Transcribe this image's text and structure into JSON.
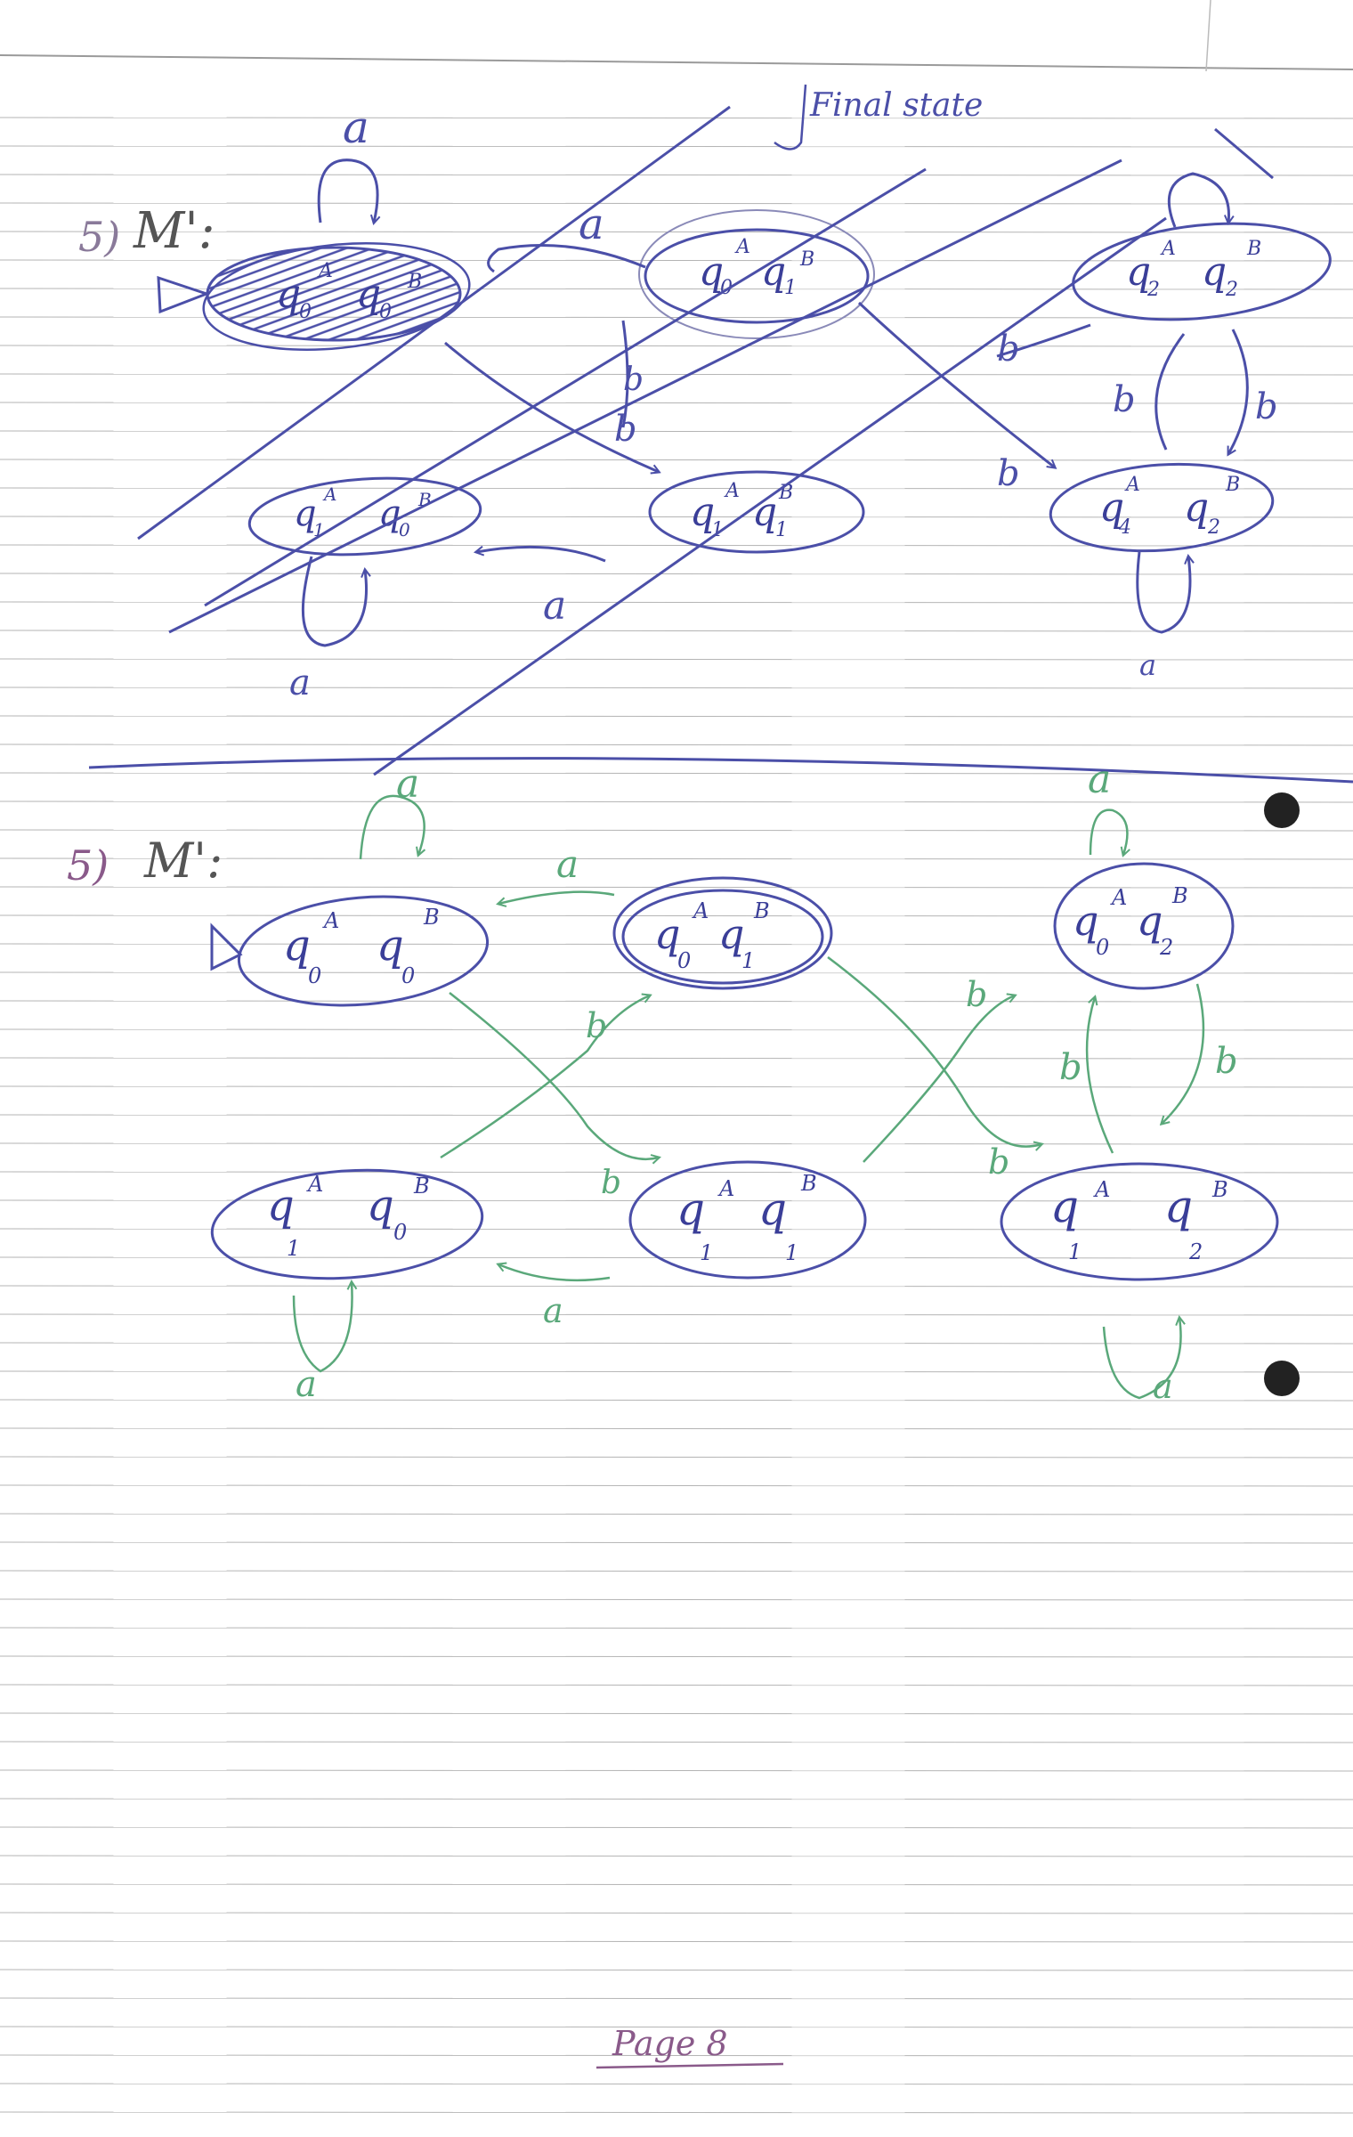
{
  "palette": {
    "paper": "#ffffff",
    "rule": "#b4b4b4",
    "ink_blue": "#4b4fa8",
    "ink_green": "#5aa87a",
    "ink_purple": "#8a5a8a",
    "ink_dark": "#555555"
  },
  "top": {
    "heading": "5)",
    "machine": "M':",
    "note": "Final state",
    "states": [
      {
        "id": "t00",
        "label_a": "q",
        "sub_a": "0",
        "sup_a": "A",
        "label_b": "q",
        "sub_b": "0",
        "sup_b": "B",
        "style": "start-scribbled"
      },
      {
        "id": "t01",
        "label_a": "q",
        "sub_a": "0",
        "sup_a": "A",
        "label_b": "q",
        "sub_b": "1",
        "sup_b": "B",
        "style": "final"
      },
      {
        "id": "t02",
        "label_a": "q",
        "sub_a": "2",
        "sup_a": "A",
        "label_b": "q",
        "sub_b": "2",
        "sup_b": "B",
        "style": "normal"
      },
      {
        "id": "t10",
        "label_a": "q",
        "sub_a": "1",
        "sup_a": "A",
        "label_b": "q",
        "sub_b": "0",
        "sup_b": "B",
        "style": "normal"
      },
      {
        "id": "t11",
        "label_a": "q",
        "sub_a": "1",
        "sup_a": "A",
        "label_b": "q",
        "sub_b": "1",
        "sup_b": "B",
        "style": "normal"
      },
      {
        "id": "t12",
        "label_a": "q",
        "sub_a": "4",
        "sup_a": "A",
        "label_b": "q",
        "sub_b": "2",
        "sup_b": "B",
        "style": "normal"
      }
    ],
    "edge_labels": [
      "a",
      "a",
      "b",
      "b",
      "b",
      "b",
      "b",
      "b",
      "a",
      "a",
      "a"
    ]
  },
  "bottom": {
    "heading": "5)",
    "machine": "M':",
    "states": [
      {
        "id": "b00",
        "label_a": "q",
        "sub_a": "0",
        "sup_a": "A",
        "label_b": "q",
        "sub_b": "0",
        "sup_b": "B",
        "style": "start"
      },
      {
        "id": "b01",
        "label_a": "q",
        "sub_a": "0",
        "sup_a": "A",
        "label_b": "q",
        "sub_b": "1",
        "sup_b": "B",
        "style": "final"
      },
      {
        "id": "b02",
        "label_a": "q",
        "sub_a": "0",
        "sup_a": "A",
        "label_b": "q",
        "sub_b": "2",
        "sup_b": "B",
        "style": "normal"
      },
      {
        "id": "b10",
        "label_a": "q",
        "sub_a": "1",
        "sup_a": "A",
        "label_b": "q",
        "sub_b": "0",
        "sup_b": "B",
        "style": "normal"
      },
      {
        "id": "b11",
        "label_a": "q",
        "sub_a": "1",
        "sup_a": "A",
        "label_b": "q",
        "sub_b": "1",
        "sup_b": "B",
        "style": "normal"
      },
      {
        "id": "b12",
        "label_a": "q",
        "sub_a": "1",
        "sup_a": "A",
        "label_b": "q",
        "sub_b": "2",
        "sup_b": "B",
        "style": "normal"
      }
    ],
    "edge_labels": [
      "a",
      "a",
      "a",
      "b",
      "b",
      "b",
      "b",
      "b",
      "b",
      "a",
      "a",
      "a"
    ]
  },
  "footer": {
    "page": "Page 8"
  }
}
